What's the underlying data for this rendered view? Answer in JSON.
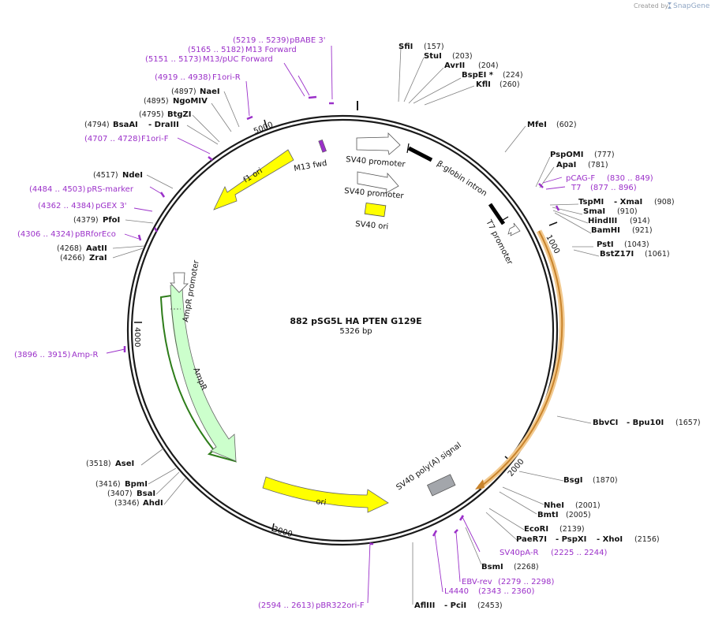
{
  "credit": {
    "prefix": "Created by",
    "brand": "SnapGene"
  },
  "plasmid": {
    "name": "882 pSG5L HA PTEN G129E",
    "length": "5326 bp"
  },
  "ticks": [
    "1000",
    "2000",
    "3000",
    "4000",
    "5000"
  ],
  "features": {
    "f1_ori": "f1 ori",
    "m13_fwd": "M13 fwd",
    "sv40_promoter_1": "SV40 promoter",
    "sv40_promoter_2": "SV40 promoter",
    "sv40_ori": "SV40 ori",
    "beta_globin_intron": "β-globin intron",
    "t7_promoter": "T7 promoter",
    "ampr_promoter": "AmpR promoter",
    "ampr": "AmpR",
    "ori": "ori",
    "sv40_polya": "SV40 poly(A) signal"
  },
  "enzymes": [
    {
      "name": "SfiI",
      "pos": "(157)"
    },
    {
      "name": "StuI",
      "pos": "(203)"
    },
    {
      "name": "AvrII",
      "pos": "(204)"
    },
    {
      "name": "BspEI *",
      "pos": "(224)"
    },
    {
      "name": "KflI",
      "pos": "(260)"
    },
    {
      "name": "MfeI",
      "pos": "(602)"
    },
    {
      "name": "PspOMI",
      "pos": "(777)"
    },
    {
      "name": "ApaI",
      "pos": "(781)"
    },
    {
      "name": "TspMI",
      "name2": "- XmaI",
      "pos": "(908)"
    },
    {
      "name": "SmaI",
      "pos": "(910)"
    },
    {
      "name": "HindIII",
      "pos": "(914)"
    },
    {
      "name": "BamHI",
      "pos": "(921)"
    },
    {
      "name": "PstI",
      "pos": "(1043)"
    },
    {
      "name": "BstZ17I",
      "pos": "(1061)"
    },
    {
      "name": "BbvCI",
      "name2": "- Bpu10I",
      "pos": "(1657)"
    },
    {
      "name": "BsgI",
      "pos": "(1870)"
    },
    {
      "name": "NheI",
      "pos": "(2001)"
    },
    {
      "name": "BmtI",
      "pos": "(2005)"
    },
    {
      "name": "EcoRI",
      "pos": "(2139)"
    },
    {
      "name": "PaeR7I",
      "name2": "- PspXI",
      "name3": "- XhoI",
      "pos": "(2156)"
    },
    {
      "name": "BsmI",
      "pos": "(2268)"
    },
    {
      "name": "AflIII",
      "name2": "- PciI",
      "pos": "(2453)"
    },
    {
      "name": "AhdI",
      "pos": "(3346)"
    },
    {
      "name": "BsaI",
      "pos": "(3407)"
    },
    {
      "name": "BpmI",
      "pos": "(3416)"
    },
    {
      "name": "AseI",
      "pos": "(3518)"
    },
    {
      "name": "ZraI",
      "pos": "(4266)"
    },
    {
      "name": "AatII",
      "pos": "(4268)"
    },
    {
      "name": "PfoI",
      "pos": "(4379)"
    },
    {
      "name": "NdeI",
      "pos": "(4517)"
    },
    {
      "name": "DraIII",
      "pos": "(4794)",
      "pre": "BsaAI"
    },
    {
      "name": "BtgZI",
      "pos": "(4795)"
    },
    {
      "name": "NgoMIV",
      "pos": "(4895)"
    },
    {
      "name": "NaeI",
      "pos": "(4897)"
    }
  ],
  "primers": [
    {
      "name": "pBABE 3'",
      "pos": "(5219 .. 5239)"
    },
    {
      "name": "M13 Forward",
      "pos": "(5165 .. 5182)"
    },
    {
      "name": "M13/pUC Forward",
      "pos": "(5151 .. 5173)"
    },
    {
      "name": "F1ori-R",
      "pos": "(4919 .. 4938)"
    },
    {
      "name": "F1ori-F",
      "pos": "(4707 .. 4728)"
    },
    {
      "name": "pRS-marker",
      "pos": "(4484 .. 4503)"
    },
    {
      "name": "pGEX 3'",
      "pos": "(4362 .. 4384)"
    },
    {
      "name": "pBRforEco",
      "pos": "(4306 .. 4324)"
    },
    {
      "name": "Amp-R",
      "pos": "(3896 .. 3915)"
    },
    {
      "name": "pCAG-F",
      "pos": "(830 .. 849)"
    },
    {
      "name": "T7",
      "pos": "(877 .. 896)"
    },
    {
      "name": "SV40pA-R",
      "pos": "(2225 .. 2244)"
    },
    {
      "name": "EBV-rev",
      "pos": "(2279 .. 2298)"
    },
    {
      "name": "L4440",
      "pos": "(2343 .. 2360)"
    },
    {
      "name": "pBR322ori-F",
      "pos": "(2594 .. 2613)"
    }
  ],
  "colors": {
    "backbone": "#1a1a1a",
    "primer": "#9b30c9",
    "yellow_feature": "#ffff00",
    "ampr_fill": "#ccffcc",
    "ampr_outline": "#2e7d1a",
    "insert_orange": "#e8a03c",
    "gray_feature": "#a3a6ab",
    "leader": "#808080"
  }
}
